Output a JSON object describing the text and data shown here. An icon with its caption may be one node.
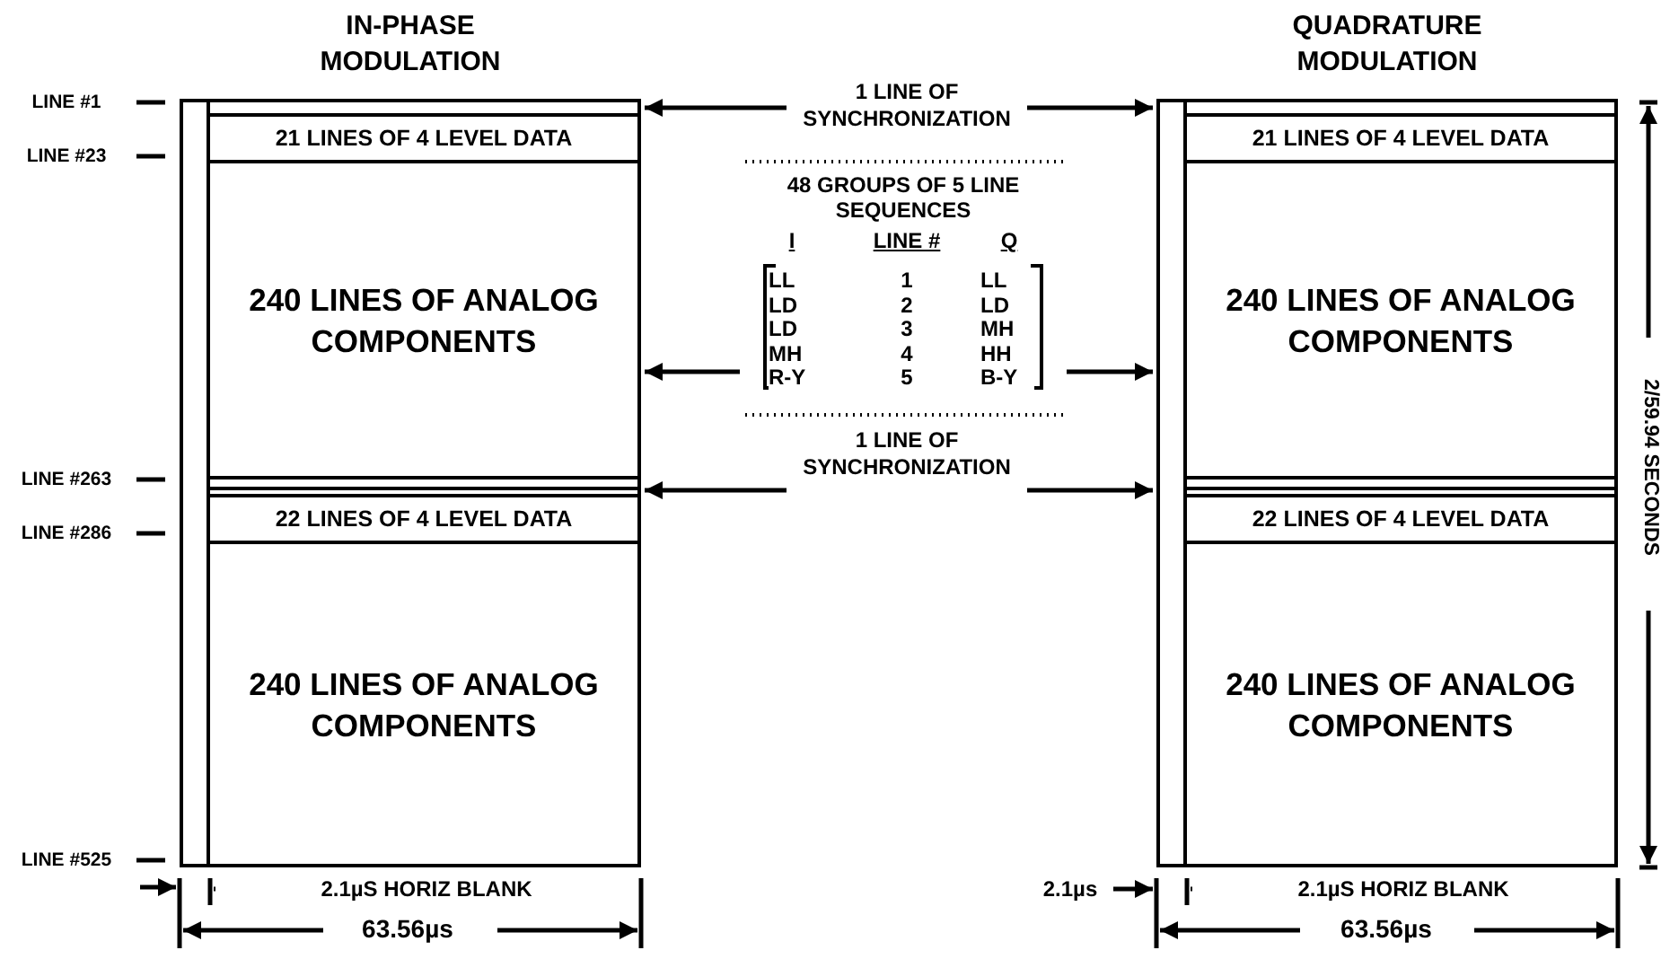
{
  "diagram": {
    "nodes": [
      {
        "text": [
          "IN-PHASE MODULATION"
        ]
      },
      {
        "text": [
          "21 LINES OF 4 LEVEL DATA"
        ],
        "in": 0
      },
      {
        "text": [
          "240 LINES OF ANALOG COMPONENTS"
        ],
        "in": 0
      },
      {
        "text": [
          "22 LINES OF 4 LEVEL DATA"
        ],
        "in": 0
      },
      {
        "text": [
          "240 LINES OF ANALOG COMPONENTS"
        ],
        "in": 0
      },
      {
        "text": [
          "QUADRATURE MODULATION"
        ]
      },
      {
        "text": [
          "21 LINES OF 4 LEVEL DATA"
        ],
        "in": 5
      },
      {
        "text": [
          "240 LINES OF ANALOG COMPONENTS"
        ],
        "in": 5
      },
      {
        "text": [
          "22 LINES OF 4 LEVEL DATA"
        ],
        "in": 5
      },
      {
        "text": [
          "240 LINES OF ANALOG COMPONENTS"
        ],
        "in": 5
      },
      {
        "text": [
          "1 LINE OF SYNCHRONIZATION"
        ]
      },
      {
        "text": [
          "48 GROUPS OF 5 LINE SEQUENCES"
        ]
      },
      {
        "text": [
          "1 LINE OF SYNCHRONIZATION"
        ]
      }
    ],
    "edges": [
      {
        "from": 10,
        "to": 0,
        "arrow": "to"
      },
      {
        "from": 10,
        "to": 5,
        "arrow": "to"
      },
      {
        "from": 11,
        "to": 0,
        "arrow": "to"
      },
      {
        "from": 11,
        "to": 5,
        "arrow": "to"
      },
      {
        "from": 12,
        "to": 0,
        "arrow": "to"
      },
      {
        "from": 12,
        "to": 5,
        "arrow": "to"
      }
    ],
    "labels": [
      "LINE #1",
      "LINE #23",
      "LINE #263",
      "LINE #286",
      "LINE #525",
      "I",
      "LINE #",
      "Q",
      "LL",
      "1",
      "LL",
      "LD",
      "2",
      "LD",
      "LD",
      "3",
      "MH",
      "MH",
      "4",
      "HH",
      "R-Y",
      "5",
      "B-Y",
      "2.1µS HORIZ BLANK",
      "63.56µs",
      "2.1µs",
      "2.1µS HORIZ BLANK",
      "63.56µs",
      "2/59.94 SECONDS"
    ]
  }
}
